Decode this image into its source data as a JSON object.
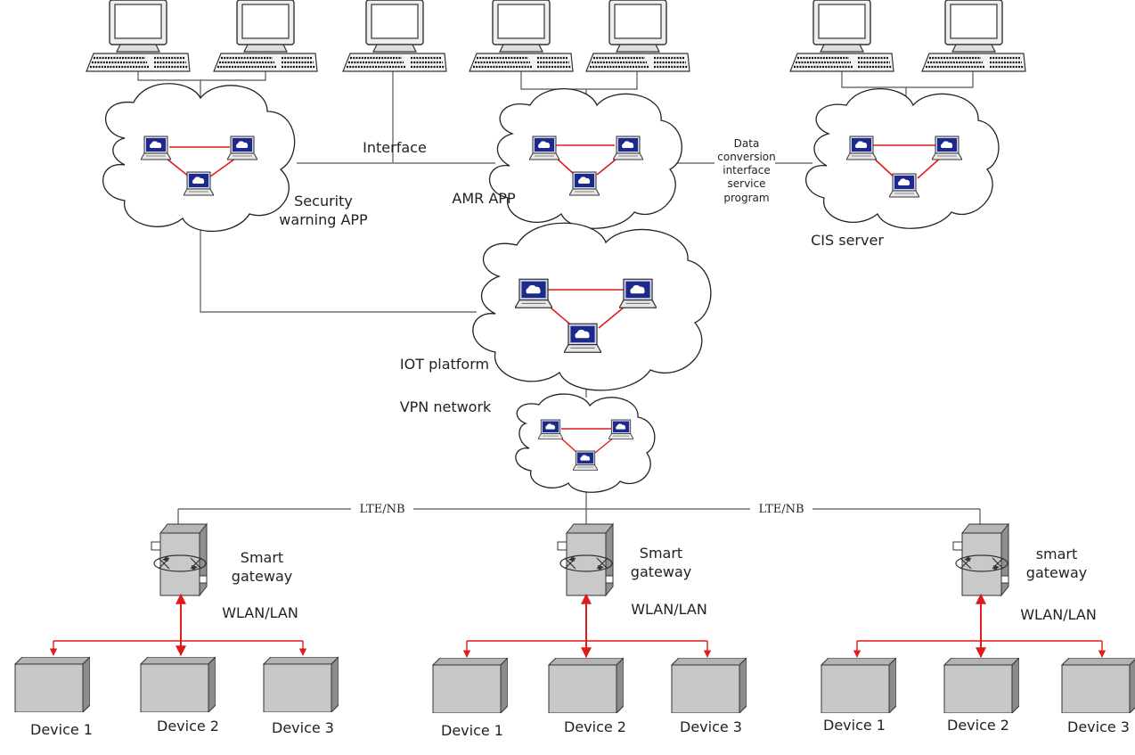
{
  "labels": {
    "interface": "Interface",
    "security_line1": "Security",
    "security_line2": "warning APP",
    "amr_app": "AMR APP",
    "data_conv_1": "Data",
    "data_conv_2": "conversion",
    "data_conv_3": "interface",
    "data_conv_4": "service",
    "data_conv_5": "program",
    "cis_server": "CIS server",
    "iot_platform": "IOT platform",
    "vpn_network": "VPN network",
    "lte_nb_left": "LTE/NB",
    "lte_nb_right": "LTE/NB",
    "gw1_line1": "Smart",
    "gw1_line2": "gateway",
    "gw2_line1": "Smart",
    "gw2_line2": "gateway",
    "gw3_line1": "smart",
    "gw3_line2": "gateway",
    "wlan1": "WLAN/LAN",
    "wlan2": "WLAN/LAN",
    "wlan3": "WLAN/LAN",
    "g1_device1": "Device 1",
    "g1_device2": "Device 2",
    "g1_device3": "Device 3",
    "g2_device1": "Device 1",
    "g2_device2": "Device 2",
    "g2_device3": "Device 3",
    "g3_device1": "Device 1",
    "g3_device2": "Device 2",
    "g3_device3": "Device 3"
  },
  "colors": {
    "cloud_link": "#e01b1b",
    "device_arrow": "#e01b1b",
    "line": "#555555",
    "laptop_screen": "#1d2a8c",
    "box_face": "#c8c8c8"
  }
}
